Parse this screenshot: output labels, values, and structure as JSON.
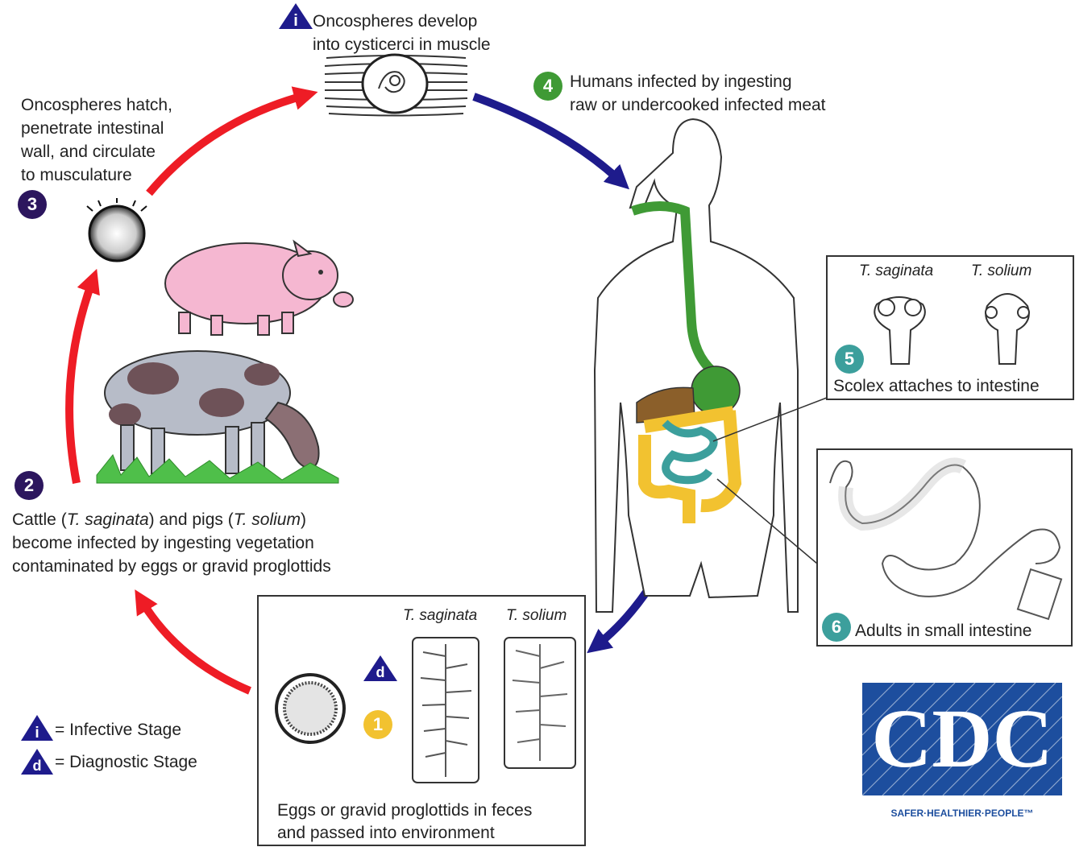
{
  "stages": {
    "s1": {
      "number": "1",
      "caption_line1": "Eggs or gravid proglottids in feces",
      "caption_line2": "and passed into environment",
      "label_saginata": "T. saginata",
      "label_solium": "T. solium"
    },
    "s2": {
      "number": "2",
      "line1_a": "Cattle (",
      "line1_b": "T. saginata",
      "line1_c": ") and pigs (",
      "line1_d": "T. solium",
      "line1_e": ")",
      "line2": "become infected by ingesting vegetation",
      "line3": "contaminated by eggs or gravid proglottids"
    },
    "s3": {
      "number": "3",
      "line1": "Oncospheres hatch,",
      "line2": "penetrate intestinal",
      "line3": "wall, and circulate",
      "line4": "to musculature"
    },
    "top": {
      "line1": "Oncospheres develop",
      "line2": "into cysticerci in muscle"
    },
    "s4": {
      "number": "4",
      "line1": "Humans infected by ingesting",
      "line2": "raw or undercooked infected meat"
    },
    "s5": {
      "number": "5",
      "caption": "Scolex attaches to intestine",
      "label_saginata": "T. saginata",
      "label_solium": "T. solium"
    },
    "s6": {
      "number": "6",
      "caption": "Adults in small intestine"
    }
  },
  "legend": {
    "infective_letter": "i",
    "infective_label": "= Infective Stage",
    "diagnostic_letter": "d",
    "diagnostic_label": "= Diagnostic Stage"
  },
  "logo": {
    "text": "CDC",
    "tagline": "SAFER·HEALTHIER·PEOPLE™"
  },
  "colors": {
    "red_arrow": "#ee1c25",
    "blue_arrow": "#1e1b8c",
    "purple": "#2c165e",
    "green": "#3f9a35",
    "teal": "#3c9f9c",
    "yellow": "#f2c230",
    "cdc_blue": "#1d4e9e"
  }
}
